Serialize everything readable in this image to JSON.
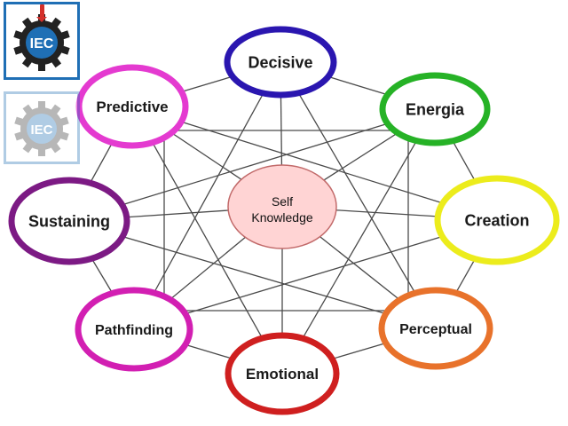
{
  "center": {
    "label_line1": "Self",
    "label_line2": "Knowledge"
  },
  "logo": {
    "text": "IEC",
    "secondary_text": "IEC"
  },
  "nodes": [
    {
      "id": "decisive",
      "label": "Decisive",
      "color": "#2a16b0"
    },
    {
      "id": "energia",
      "label": "Energia",
      "color": "#26b226"
    },
    {
      "id": "creation",
      "label": "Creation",
      "color": "#ecec1c"
    },
    {
      "id": "perceptual",
      "label": "Perceptual",
      "color": "#e8722b"
    },
    {
      "id": "emotional",
      "label": "Emotional",
      "color": "#cf1f1f"
    },
    {
      "id": "pathfinding",
      "label": "Pathfinding",
      "color": "#d21fb2"
    },
    {
      "id": "sustaining",
      "label": "Sustaining",
      "color": "#7c1a84"
    },
    {
      "id": "predictive",
      "label": "Predictive",
      "color": "#e43ad0"
    }
  ],
  "colors": {
    "connector": "#4a4a4a",
    "center_fill": "#ffd4d4",
    "center_stroke": "#c26a6a",
    "logo_blue": "#1f6fb5",
    "logo_gear": "#222222",
    "logo_red": "#d4302a"
  }
}
